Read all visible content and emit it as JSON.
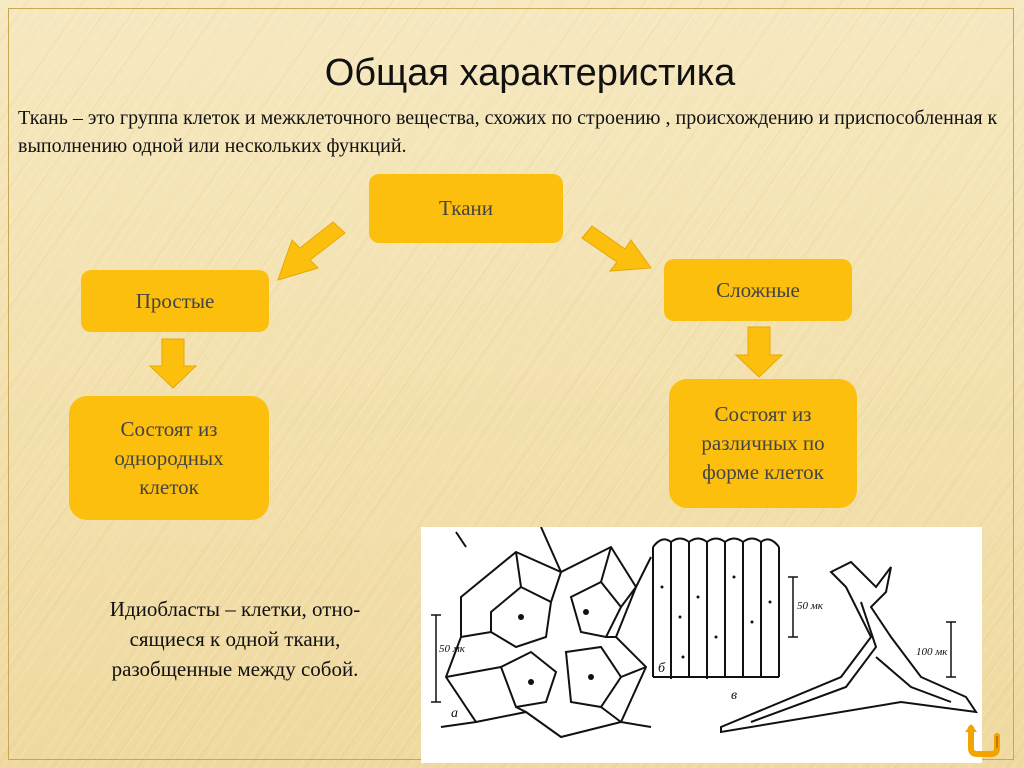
{
  "slide": {
    "title": "Общая характеристика",
    "definition": "Ткань – это группа клеток и межклеточного вещества, схожих по строению , происхождению и приспособленная к выполнению одной или нескольких функций."
  },
  "diagram": {
    "root": "Ткани",
    "left": {
      "label": "Простые",
      "detail": "Состоят из\nоднородных\nклеток"
    },
    "right": {
      "label": "Сложные",
      "detail": "Состоят из\nразличных по\nформе клеток"
    }
  },
  "note": "Идиобласты – клетки, отно-\nсящиеся к одной ткани,\nразобщенные между собой.",
  "illustration": {
    "scale_a": "50 мк",
    "scale_b": "50 мк",
    "scale_c": "100 мк",
    "label_a": "а",
    "label_b": "б",
    "label_c": "в"
  },
  "colors": {
    "box": "#fcbf0e",
    "arrow": "#fcbf0e",
    "background": "#f3e2b0"
  },
  "icons": {
    "nav": "return-arrow-icon"
  }
}
